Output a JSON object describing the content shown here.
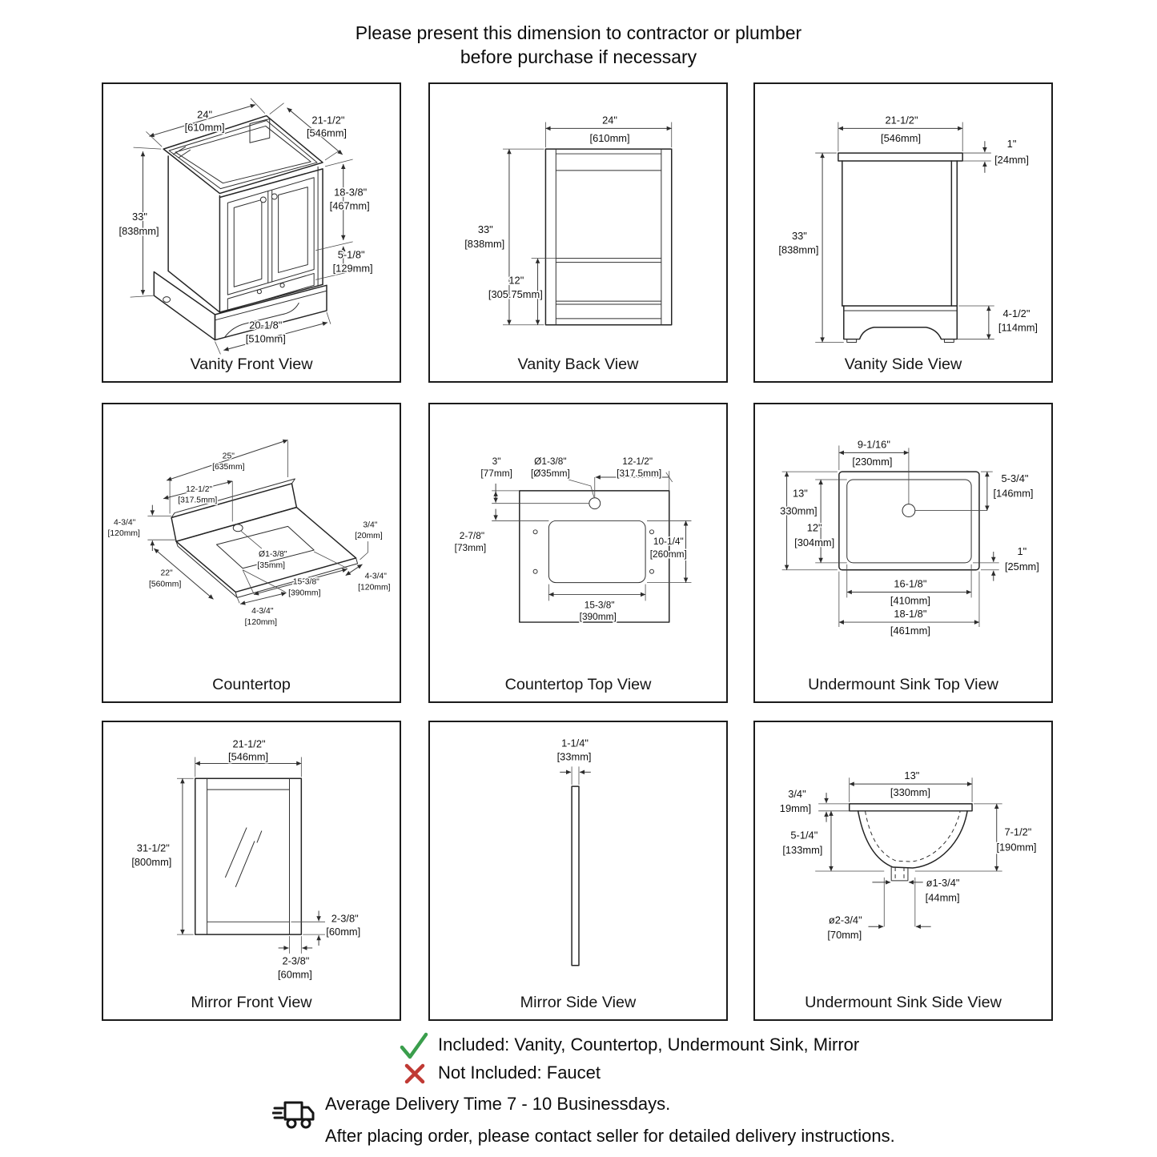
{
  "header": {
    "line1": "Please present this dimension to contractor or plumber",
    "line2": "before purchase if necessary"
  },
  "panels": [
    {
      "title": "Vanity Front View",
      "dims": {
        "w": {
          "in": "24\"",
          "mm": "[610mm]"
        },
        "d": {
          "in": "21-1/2\"",
          "mm": "[546mm]"
        },
        "h": {
          "in": "33\"",
          "mm": "[838mm]"
        },
        "door": {
          "in": "18-3/8\"",
          "mm": "[467mm]"
        },
        "drawer": {
          "in": "5-1/8\"",
          "mm": "[129mm]"
        },
        "base": {
          "in": "20-1/8\"",
          "mm": "[510mm]"
        }
      }
    },
    {
      "title": "Vanity Back View",
      "dims": {
        "w": {
          "in": "24\"",
          "mm": "[610mm]"
        },
        "h": {
          "in": "33\"",
          "mm": "[838mm]"
        },
        "b": {
          "in": "12\"",
          "mm": "[305.75mm]"
        }
      }
    },
    {
      "title": "Vanity Side View",
      "dims": {
        "d": {
          "in": "21-1/2\"",
          "mm": "[546mm]"
        },
        "t": {
          "in": "1\"",
          "mm": "[24mm]"
        },
        "h": {
          "in": "33\"",
          "mm": "[838mm]"
        },
        "base": {
          "in": "4-1/2\"",
          "mm": "[114mm]"
        }
      }
    },
    {
      "title": "Countertop",
      "dims": {
        "w": {
          "in": "25\"",
          "mm": "[635mm]"
        },
        "half": {
          "in": "12-1/2\"",
          "mm": "[317.5mm]"
        },
        "bs": {
          "in": "4-3/4\"",
          "mm": "[120mm]"
        },
        "hole": {
          "in": "Ø1-3/8\"",
          "mm": "[35mm]"
        },
        "t": {
          "in": "3/4\"",
          "mm": "[20mm]"
        },
        "depth": {
          "in": "22\"",
          "mm": "[560mm]"
        },
        "cut": {
          "in": "15-3/8\"",
          "mm": "[390mm]"
        },
        "r": {
          "in": "4-3/4\"",
          "mm": "[120mm]"
        },
        "l": {
          "in": "4-3/4\"",
          "mm": "[120mm]"
        }
      }
    },
    {
      "title": "Countertop Top View",
      "dims": {
        "off": {
          "in": "3\"",
          "mm": "[77mm]"
        },
        "hole": {
          "in": "Ø1-3/8\"",
          "mm": "[Ø35mm]"
        },
        "half": {
          "in": "12-1/2\"",
          "mm": "[317.5mm]"
        },
        "gap": {
          "in": "2-7/8\"",
          "mm": "[73mm]"
        },
        "cd": {
          "in": "10-1/4\"",
          "mm": "[260mm]"
        },
        "cw": {
          "in": "15-3/8\"",
          "mm": "[390mm]"
        }
      }
    },
    {
      "title": "Undermount Sink Top View",
      "dims": {
        "cx": {
          "in": "9-1/16\"",
          "mm": "[230mm]"
        },
        "oh": {
          "in": "13\"",
          "mm": "330mm]"
        },
        "ih": {
          "in": "12\"",
          "mm": "[304mm]"
        },
        "dy": {
          "in": "5-3/4\"",
          "mm": "[146mm]"
        },
        "lip": {
          "in": "1\"",
          "mm": "[25mm]"
        },
        "iw": {
          "in": "16-1/8\"",
          "mm": "[410mm]"
        },
        "ow": {
          "in": "18-1/8\"",
          "mm": "[461mm]"
        }
      }
    },
    {
      "title": "Mirror Front View",
      "dims": {
        "w": {
          "in": "21-1/2\"",
          "mm": "[546mm]"
        },
        "h": {
          "in": "31-1/2\"",
          "mm": "[800mm]"
        },
        "rail": {
          "in": "2-3/8\"",
          "mm": "[60mm]"
        },
        "stile": {
          "in": "2-3/8\"",
          "mm": "[60mm]"
        }
      }
    },
    {
      "title": "Mirror Side View",
      "dims": {
        "t": {
          "in": "1-1/4\"",
          "mm": "[33mm]"
        }
      }
    },
    {
      "title": "Undermount Sink Side View",
      "dims": {
        "flange": {
          "in": "3/4\"",
          "mm": "19mm]"
        },
        "w": {
          "in": "13\"",
          "mm": "[330mm]"
        },
        "depth": {
          "in": "5-1/4\"",
          "mm": "[133mm]"
        },
        "h": {
          "in": "7-1/2\"",
          "mm": "[190mm]"
        },
        "drain": {
          "in": "ø1-3/4\"",
          "mm": "[44mm]"
        },
        "outer": {
          "in": "ø2-3/4\"",
          "mm": "[70mm]"
        }
      }
    }
  ],
  "footer": {
    "included": "Included: Vanity, Countertop, Undermount Sink, Mirror",
    "not_included": "Not Included: Faucet",
    "delivery_line1": "Average Delivery Time 7 - 10 Businessdays.",
    "delivery_line2": "After placing order, please contact seller for detailed delivery instructions.",
    "check_color": "#3a9e4c",
    "x_color": "#c03a34",
    "icons": {
      "check": "check-icon",
      "x": "x-icon",
      "truck": "delivery-truck-icon"
    }
  }
}
